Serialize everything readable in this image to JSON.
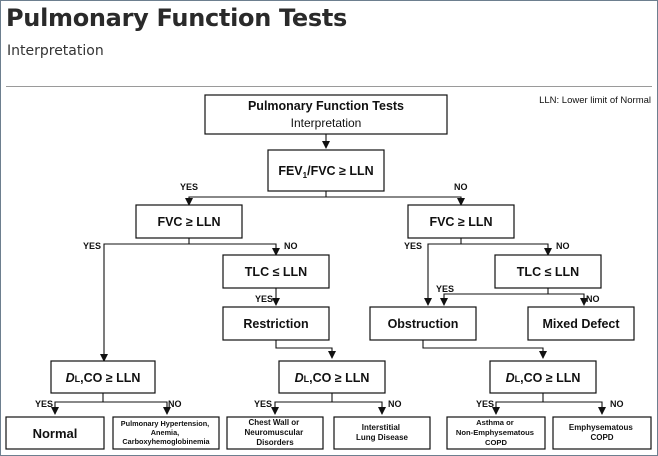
{
  "header": {
    "title": "Pulmonary Function Tests",
    "subtitle": "Interpretation"
  },
  "legend_note": "LLN: Lower limit of Normal",
  "nodes": {
    "root_title": "Pulmonary Function Tests",
    "root_subtitle": "Interpretation",
    "fev_main": "FEV",
    "fev_sub": "1",
    "fev_tail": "/FVC ≥ LLN",
    "fvc_left": "FVC ≥ LLN",
    "fvc_right": "FVC ≥ LLN",
    "tlc_left": "TLC ≤ LLN",
    "tlc_right": "TLC ≤ LLN",
    "restriction": "Restriction",
    "obstruction": "Obstruction",
    "mixed_defect": "Mixed Defect",
    "dlco_italic": "D",
    "dlco_small": "L",
    "dlco_tail": ",CO ≥ LLN",
    "normal": "Normal",
    "pulm_line1": "Pulmonary Hypertension,",
    "pulm_line2": "Anemia,",
    "pulm_line3": "Carboxyhemoglobinemia",
    "chest_line1": "Chest Wall or",
    "chest_line2": "Neuromuscular",
    "chest_line3": "Disorders",
    "ild_line1": "Interstitial",
    "ild_line2": "Lung Disease",
    "asthma_line1": "Asthma or",
    "asthma_line2": "Non-Emphysematous",
    "asthma_line3": "COPD",
    "emph_line1": "Emphysematous",
    "emph_line2": "COPD"
  },
  "branch_labels": {
    "yes": "YES",
    "no": "NO"
  }
}
